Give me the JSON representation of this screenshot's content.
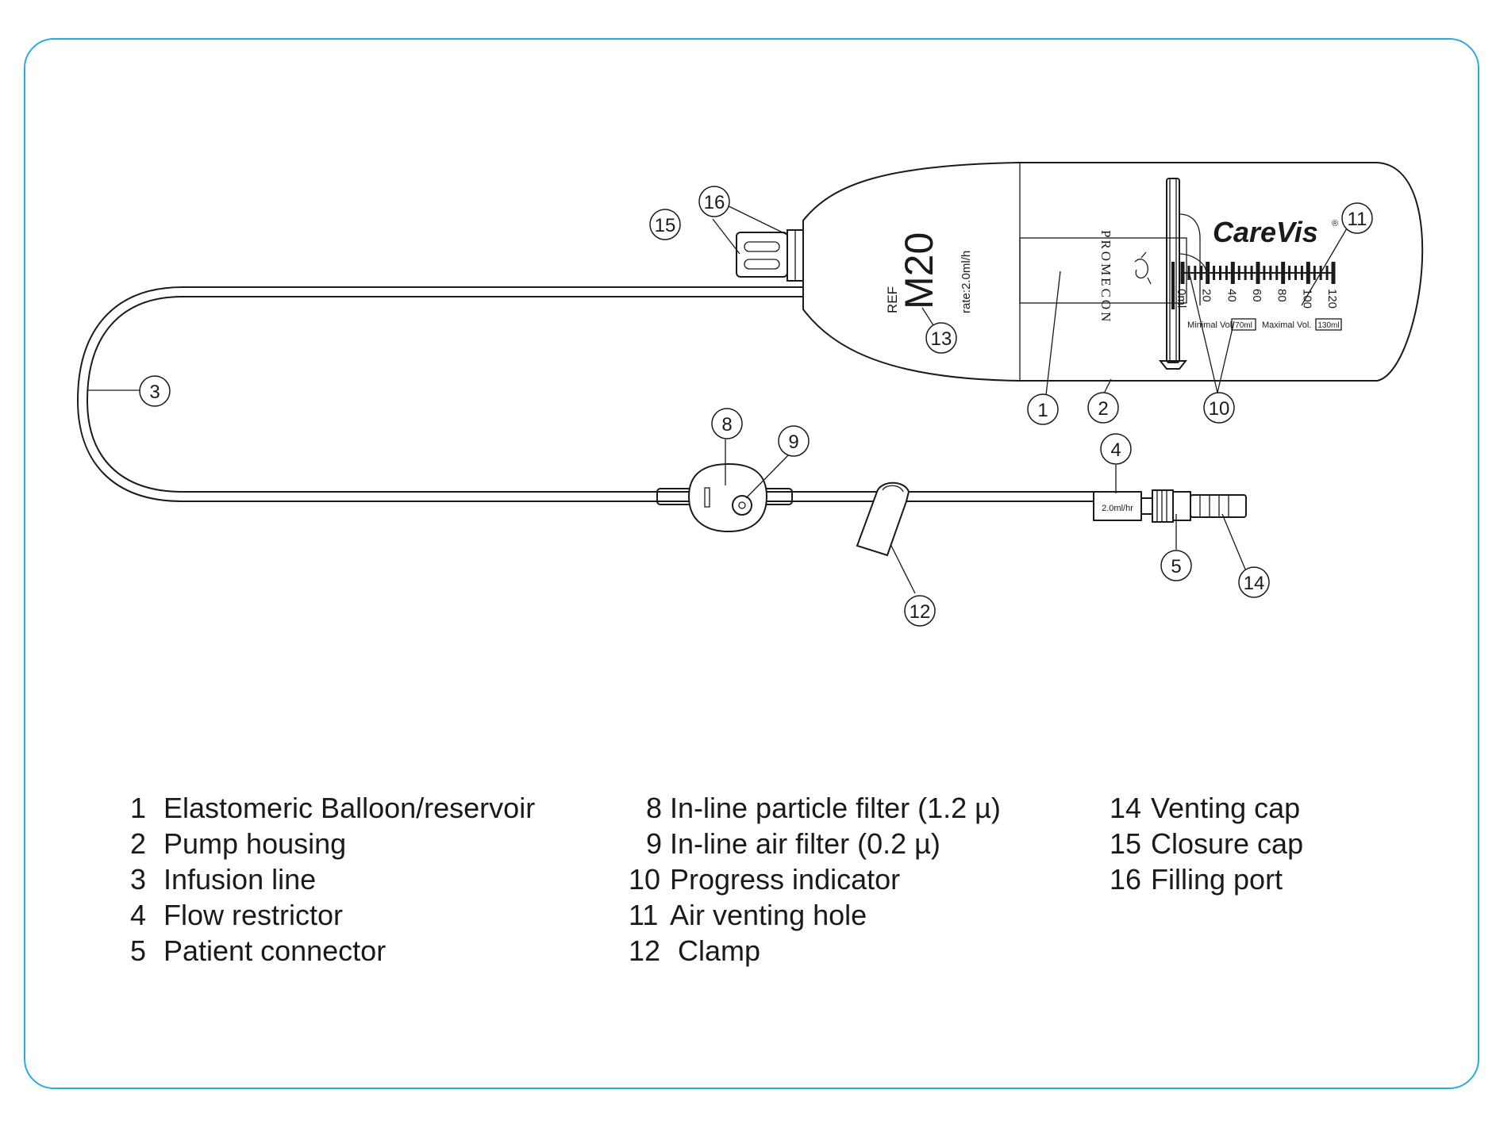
{
  "colors": {
    "frame": "#29abe2",
    "ink": "#1a1a1a"
  },
  "device": {
    "ref": "REF",
    "model": "M20",
    "rate": "rate:2.0ml/h",
    "brand_logo": "CareVis",
    "registered": "®",
    "maker": "PROMECON",
    "scale_ticks": [
      "0ml",
      "20",
      "40",
      "60",
      "80",
      "100",
      "120"
    ],
    "minimal_label": "Minimal Vol.",
    "minimal_value": "70ml",
    "maximal_label": "Maximal Vol.",
    "maximal_value": "130ml",
    "restrictor_label": "2.0ml/hr"
  },
  "callouts": [
    "1",
    "2",
    "3",
    "4",
    "5",
    "8",
    "9",
    "10",
    "11",
    "12",
    "13",
    "14",
    "15",
    "16"
  ],
  "legend": {
    "col1": [
      {
        "num": "1",
        "text": "Elastomeric Balloon/reservoir"
      },
      {
        "num": "2",
        "text": "Pump housing"
      },
      {
        "num": "3",
        "text": "Infusion line"
      },
      {
        "num": "4",
        "text": "Flow restrictor"
      },
      {
        "num": "5",
        "text": "Patient connector"
      }
    ],
    "col2": [
      {
        "num": "8",
        "text": "In-line particle filter (1.2 µ)"
      },
      {
        "num": "9",
        "text": "In-line air filter (0.2 µ)"
      },
      {
        "num": "10",
        "text": "Progress indicator"
      },
      {
        "num": "11",
        "text": "Air venting hole"
      },
      {
        "num": "12",
        "text": "Clamp"
      }
    ],
    "col3": [
      {
        "num": "14",
        "text": "Venting cap"
      },
      {
        "num": "15",
        "text": "Closure cap"
      },
      {
        "num": "16",
        "text": "Filling port"
      }
    ]
  }
}
